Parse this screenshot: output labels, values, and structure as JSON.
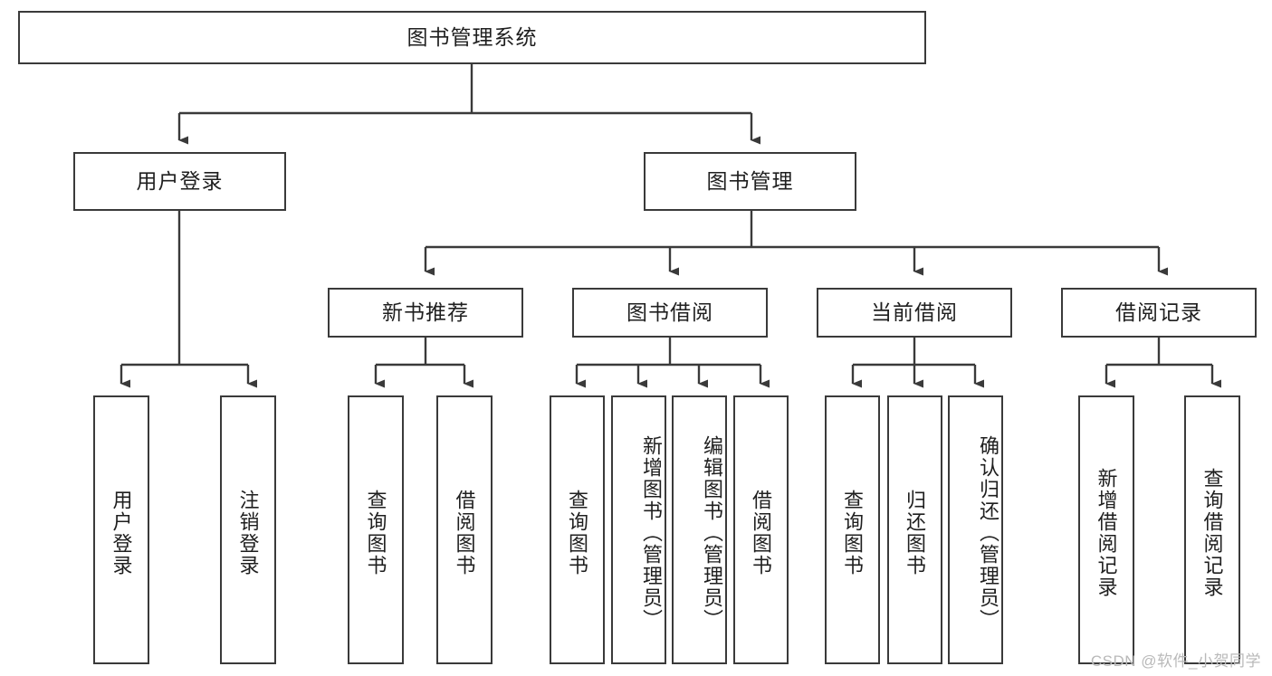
{
  "diagram": {
    "title": "图书管理系统",
    "watermark": "CSDN @软件_小贺同学",
    "colors": {
      "stroke": "#3a3a3a",
      "fill": "#ffffff",
      "text": "#1f1f1f",
      "watermark": "#b9b9b9"
    },
    "levels": {
      "root": {
        "label": "图书管理系统"
      },
      "level2": [
        {
          "id": "user-login",
          "label": "用户登录"
        },
        {
          "id": "book-manage",
          "label": "图书管理"
        }
      ],
      "level3": [
        {
          "id": "new-book-recommend",
          "label": "新书推荐"
        },
        {
          "id": "book-borrow",
          "label": "图书借阅"
        },
        {
          "id": "current-borrow",
          "label": "当前借阅"
        },
        {
          "id": "borrow-record",
          "label": "借阅记录"
        }
      ],
      "leaves": {
        "user-login": [
          {
            "id": "leaf-user-login",
            "label": "用户登录"
          },
          {
            "id": "leaf-user-logout",
            "label": "注销登录"
          }
        ],
        "new-book-recommend": [
          {
            "id": "leaf-query-book-1",
            "label": "查询图书"
          },
          {
            "id": "leaf-borrow-book-1",
            "label": "借阅图书"
          }
        ],
        "book-borrow": [
          {
            "id": "leaf-query-book-2",
            "label": "查询图书"
          },
          {
            "id": "leaf-add-book",
            "label": "新增图书（管理员）"
          },
          {
            "id": "leaf-edit-book",
            "label": "编辑图书（管理员）"
          },
          {
            "id": "leaf-borrow-book-2",
            "label": "借阅图书"
          }
        ],
        "current-borrow": [
          {
            "id": "leaf-query-book-3",
            "label": "查询图书"
          },
          {
            "id": "leaf-return-book",
            "label": "归还图书"
          },
          {
            "id": "leaf-confirm-return",
            "label": "确认归还（管理员）"
          }
        ],
        "borrow-record": [
          {
            "id": "leaf-add-record",
            "label": "新增借阅记录"
          },
          {
            "id": "leaf-query-record",
            "label": "查询借阅记录"
          }
        ]
      }
    }
  }
}
